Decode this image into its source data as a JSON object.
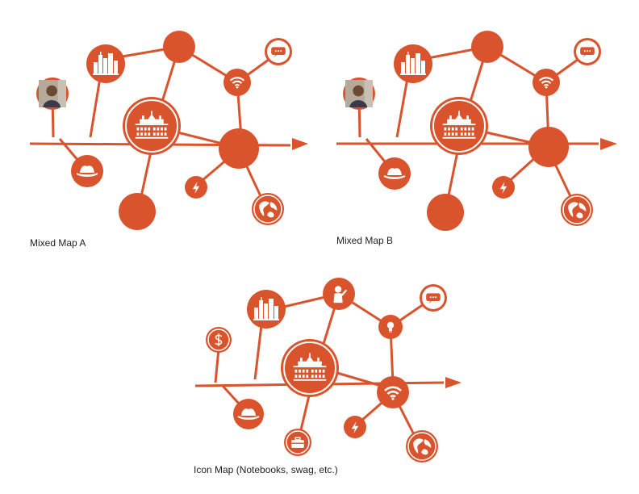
{
  "accent": "#d9532c",
  "maps": [
    {
      "id": "a",
      "caption": "Mixed Map A"
    },
    {
      "id": "b",
      "caption": "Mixed Map B"
    },
    {
      "id": "c",
      "caption": "Icon Map (Notebooks, swag, etc.)"
    }
  ],
  "icons": {
    "chat_bubble": "chat-bubble-icon",
    "wifi": "wifi-icon",
    "lightning": "lightning-icon",
    "globe": "globe-icon",
    "hat": "hat-icon",
    "skyline": "city-skyline-icon",
    "building": "campus-building-icon",
    "dollar": "dollar-icon",
    "person": "person-icon",
    "lightbulb": "lightbulb-icon",
    "briefcase": "briefcase-icon",
    "photo_person": "person-photo",
    "photo_building": "building-photo"
  }
}
